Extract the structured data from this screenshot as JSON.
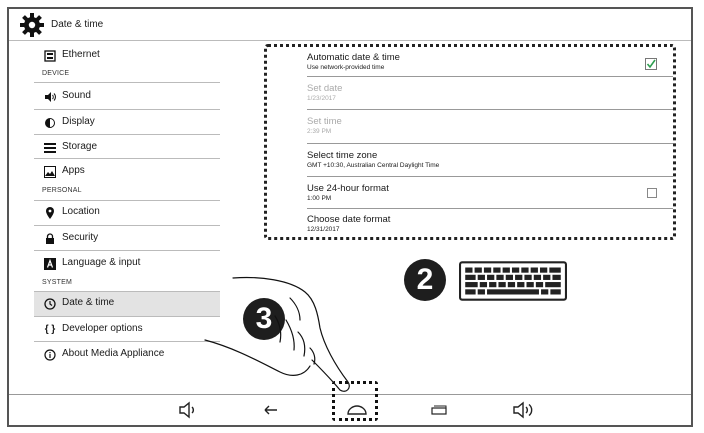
{
  "title": "Date & time",
  "sidebar": {
    "items": [
      {
        "label": "Ethernet",
        "icon": "ethernet-icon"
      },
      {
        "label": "Sound",
        "icon": "speaker-icon"
      },
      {
        "label": "Display",
        "icon": "brightness-icon"
      },
      {
        "label": "Storage",
        "icon": "storage-icon"
      },
      {
        "label": "Apps",
        "icon": "apps-icon"
      },
      {
        "label": "Location",
        "icon": "location-pin-icon"
      },
      {
        "label": "Security",
        "icon": "lock-icon"
      },
      {
        "label": "Language & input",
        "icon": "keyboard-letter-icon"
      },
      {
        "label": "Date & time",
        "icon": "clock-icon"
      },
      {
        "label": "Developer options",
        "icon": "braces-icon"
      },
      {
        "label": "About Media Appliance",
        "icon": "info-icon"
      }
    ],
    "sections": {
      "device": "DEVICE",
      "personal": "PERSONAL",
      "system": "SYSTEM"
    }
  },
  "settings": {
    "rows": [
      {
        "title": "Automatic date & time",
        "subtitle": "Use network-provided time",
        "checked": true
      },
      {
        "title": "Set date",
        "subtitle": "1/23/2017",
        "disabled": true
      },
      {
        "title": "Set time",
        "subtitle": "2:39 PM",
        "disabled": true
      },
      {
        "title": "Select time zone",
        "subtitle": "GMT +10:30, Australian Central Daylight Time"
      },
      {
        "title": "Use 24-hour format",
        "subtitle": "1:00 PM",
        "checked": false
      },
      {
        "title": "Choose date format",
        "subtitle": "12/31/2017"
      }
    ]
  },
  "callouts": {
    "two": "2",
    "three": "3"
  },
  "navbar": [
    "volume-down-icon",
    "back-icon",
    "home-icon",
    "recents-icon",
    "volume-up-icon"
  ],
  "colors": {
    "accent_check": "#2e9e4f",
    "dark": "#1e1e1e"
  }
}
